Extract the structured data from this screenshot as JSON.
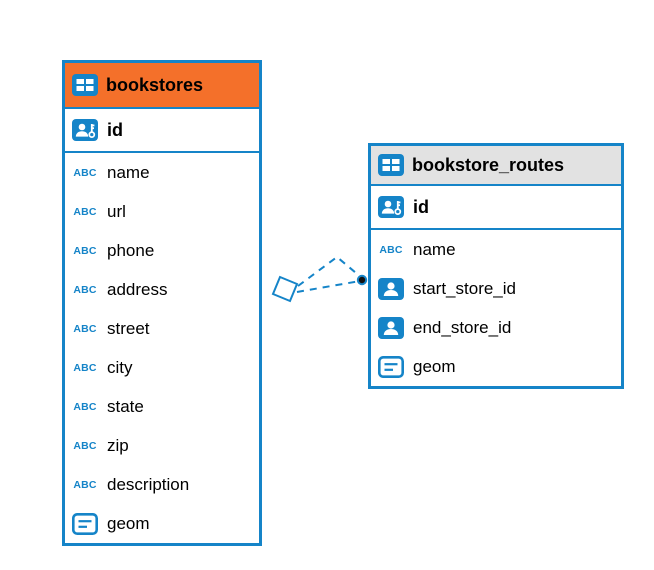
{
  "icons": {
    "abc_label": "ABC"
  },
  "colors": {
    "accent_blue": "#1584c8",
    "header_orange": "#f4702a",
    "header_gray": "#e2e2e2",
    "connector": "#1584c8",
    "anchor_dot": "#111111"
  },
  "tables": [
    {
      "title": "bookstores",
      "header_style": "orange",
      "primary_key": {
        "name": "id",
        "icon": "user-key-icon"
      },
      "columns": [
        {
          "name": "name",
          "icon": "abc-icon"
        },
        {
          "name": "url",
          "icon": "abc-icon"
        },
        {
          "name": "phone",
          "icon": "abc-icon"
        },
        {
          "name": "address",
          "icon": "abc-icon"
        },
        {
          "name": "street",
          "icon": "abc-icon"
        },
        {
          "name": "city",
          "icon": "abc-icon"
        },
        {
          "name": "state",
          "icon": "abc-icon"
        },
        {
          "name": "zip",
          "icon": "abc-icon"
        },
        {
          "name": "description",
          "icon": "abc-icon"
        },
        {
          "name": "geom",
          "icon": "geometry-icon"
        }
      ]
    },
    {
      "title": "bookstore_routes",
      "header_style": "gray",
      "primary_key": {
        "name": "id",
        "icon": "user-key-icon"
      },
      "columns": [
        {
          "name": "name",
          "icon": "abc-icon"
        },
        {
          "name": "start_store_id",
          "icon": "user-icon"
        },
        {
          "name": "end_store_id",
          "icon": "user-icon"
        },
        {
          "name": "geom",
          "icon": "geometry-icon"
        }
      ]
    }
  ],
  "relationships": [
    {
      "from_table": "bookstore_routes",
      "to_table": "bookstores",
      "line_style": "dashed",
      "branches": 2
    }
  ]
}
